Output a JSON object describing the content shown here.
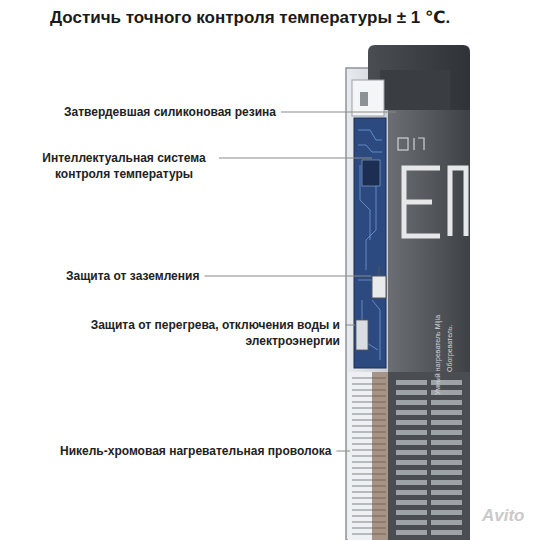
{
  "diagram": {
    "title": "Достичь точного контроля температуры ± 1 ℃.",
    "labels": [
      "Затвердевшая силиконовая резина",
      "Интеллектуальная система контроля температуры",
      "Защита от заземления",
      "Защита от перегрева, отключения воды и электроэнергии",
      "Никель-хромовая нагревательная проволока",
      "Умный нагреватель Mijia",
      "Обогреватель.",
      "Avito"
    ]
  }
}
